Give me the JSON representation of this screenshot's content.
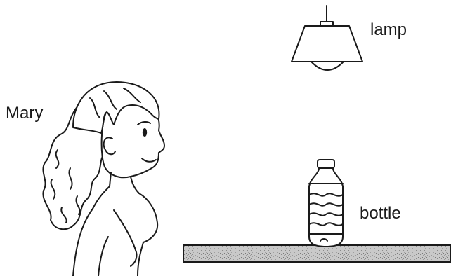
{
  "labels": {
    "lamp": "lamp",
    "person": "Mary",
    "bottle": "bottle"
  },
  "colors": {
    "ink": "#1a1a1a",
    "shelf_fill": "#bdbdbd",
    "background": "#ffffff"
  }
}
